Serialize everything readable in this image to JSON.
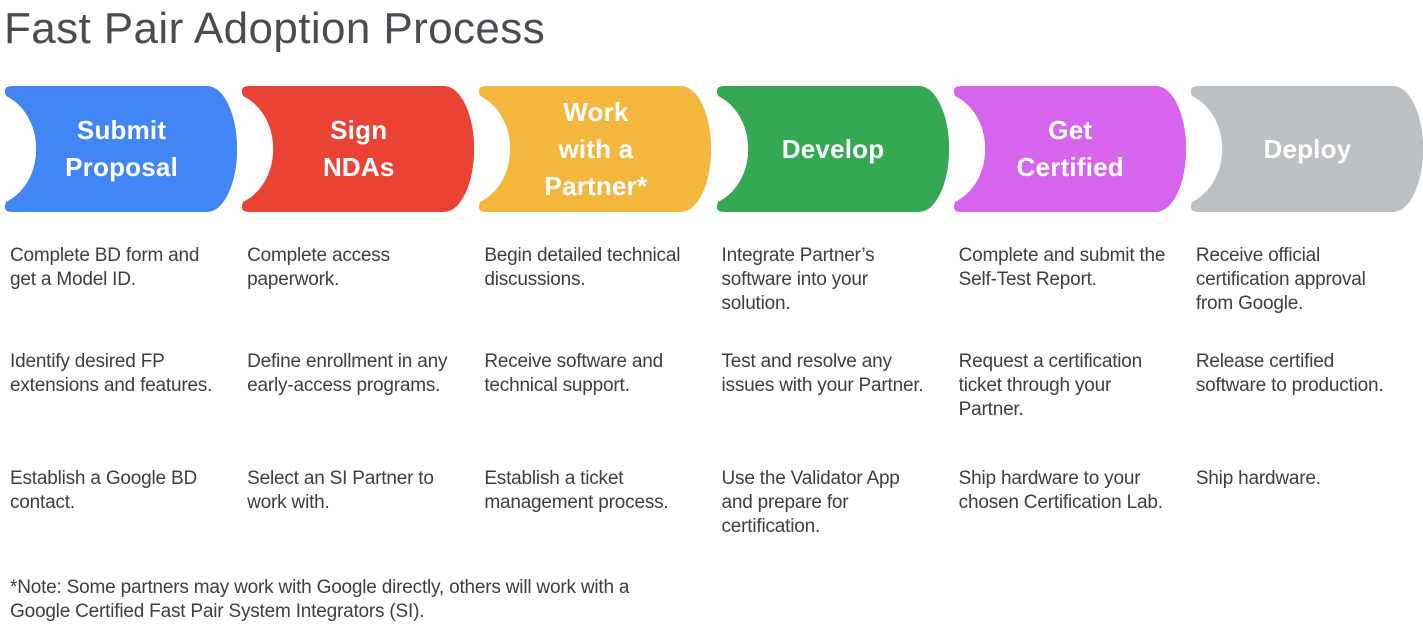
{
  "title": "Fast Pair Adoption Process",
  "steps": [
    {
      "label": "Submit\nProposal",
      "color": "#4285F4"
    },
    {
      "label": "Sign\nNDAs",
      "color": "#EA4335"
    },
    {
      "label": "Work\nwith a\nPartner*",
      "color": "#F3B73E"
    },
    {
      "label": "Develop",
      "color": "#34A853"
    },
    {
      "label": "Get\nCertified",
      "color": "#D664ED"
    },
    {
      "label": "Deploy",
      "color": "#BDC0C3"
    }
  ],
  "details": {
    "rows": [
      [
        "Complete BD form and get a Model ID.",
        "Complete access paperwork.",
        "Begin detailed technical discussions.",
        "Integrate Partner’s software into your solution.",
        "Complete and submit the Self-Test Report.",
        "Receive official certification approval from Google."
      ],
      [
        "Identify desired FP extensions and features.",
        "Define enrollment in any early-access programs.",
        "Receive software and technical support.",
        "Test and resolve any issues with your Partner.",
        "Request a certification ticket through your Partner.",
        "Release certified software to production."
      ],
      [
        "Establish a Google BD contact.",
        "Select an SI Partner to work with.",
        "Establish a ticket management process.",
        "Use the Validator App and prepare for certification.",
        "Ship hardware to your chosen Certification Lab.",
        "Ship hardware."
      ]
    ]
  },
  "footnote": "*Note: Some partners may work with Google directly, others will work with a\nGoogle Certified Fast Pair System Integrators (SI)."
}
